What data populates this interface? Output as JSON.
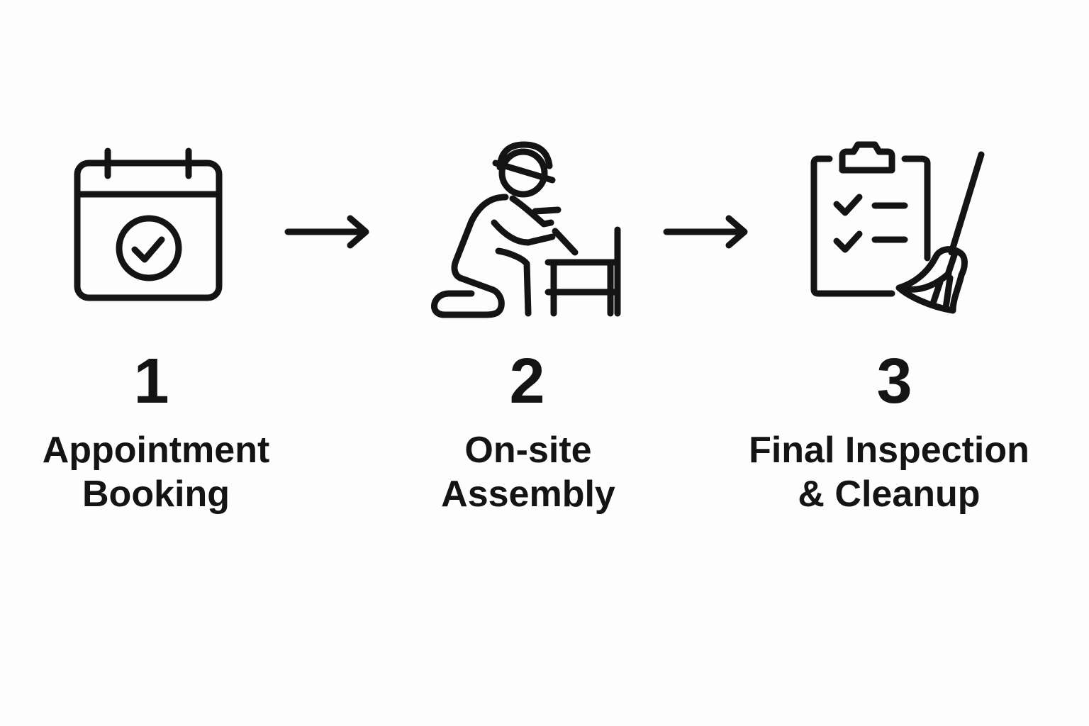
{
  "steps": [
    {
      "number": "1",
      "label_lines": [
        "Appointment",
        "Booking"
      ],
      "icon": "calendar-check-icon"
    },
    {
      "number": "2",
      "label_lines": [
        "On-site",
        "Assembly"
      ],
      "icon": "worker-assembling-icon"
    },
    {
      "number": "3",
      "label_lines": [
        "Final Inspection",
        "& Cleanup"
      ],
      "icon": "clipboard-broom-icon"
    }
  ],
  "connectors": [
    {
      "icon": "arrow-right-icon"
    },
    {
      "icon": "arrow-right-icon"
    }
  ],
  "colors": {
    "background": "#fdfdfd",
    "ink": "#141414"
  }
}
